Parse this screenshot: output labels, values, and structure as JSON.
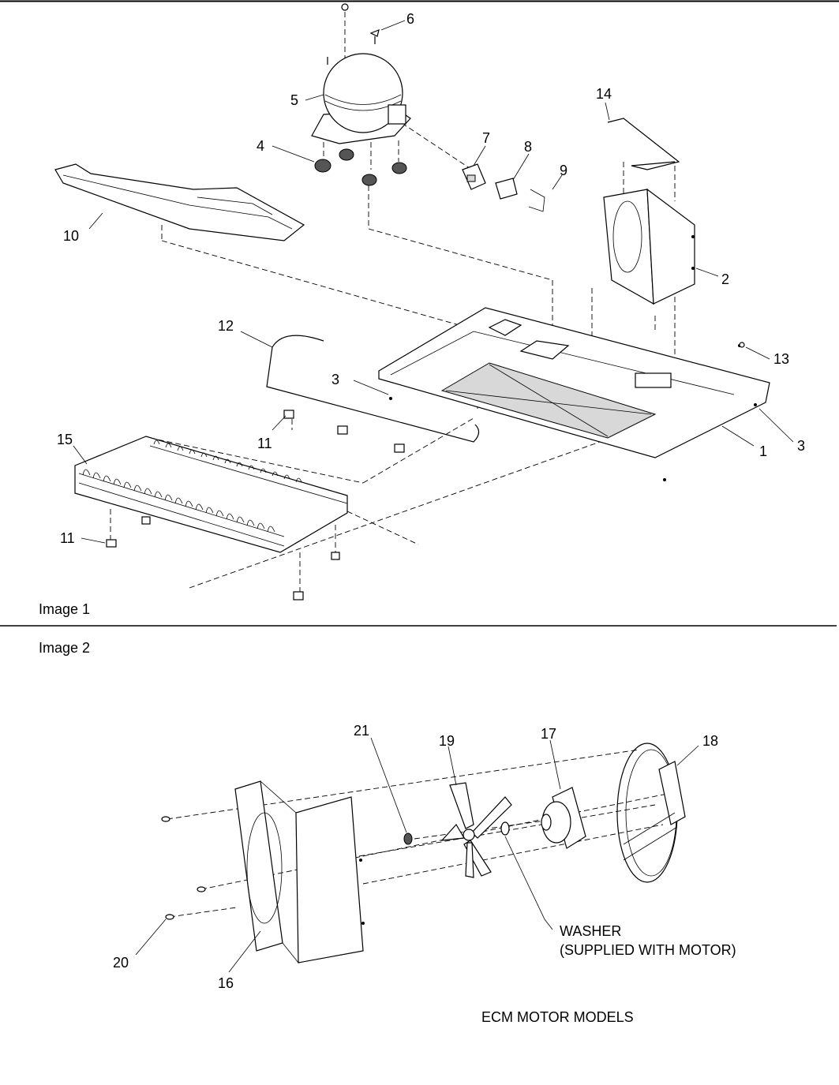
{
  "image1": {
    "label": "Image 1",
    "callouts": [
      "1",
      "2",
      "3",
      "3",
      "4",
      "5",
      "6",
      "7",
      "8",
      "9",
      "10",
      "11",
      "11",
      "12",
      "13",
      "14",
      "15"
    ]
  },
  "image2": {
    "label": "Image 2",
    "callouts": [
      "16",
      "17",
      "18",
      "19",
      "20",
      "21"
    ],
    "washer_note": [
      "WASHER",
      "(SUPPLIED WITH MOTOR)"
    ],
    "caption": "ECM MOTOR MODELS"
  }
}
